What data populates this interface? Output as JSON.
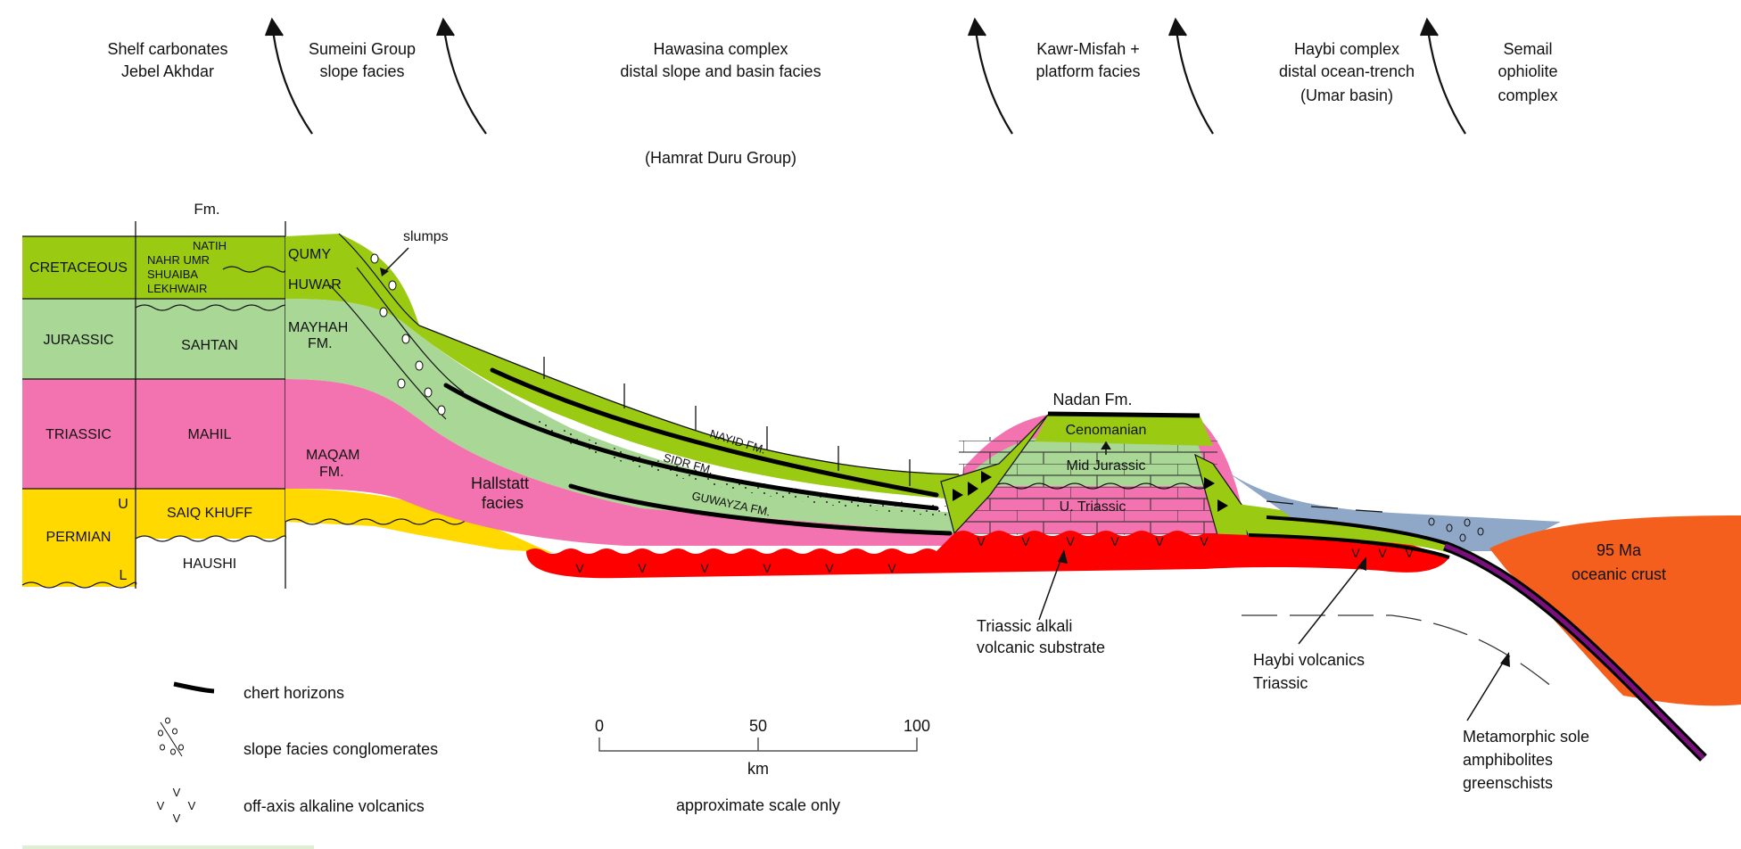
{
  "figure": {
    "header_facies": [
      {
        "line1": "Shelf carbonates",
        "line2": "Jebel Akhdar",
        "line3": ""
      },
      {
        "line1": "Sumeini Group",
        "line2": "slope facies",
        "line3": ""
      },
      {
        "line1": "Hawasina complex",
        "line2": "distal slope and basin facies",
        "line3": ""
      },
      {
        "line1": "Kawr-Misfah +",
        "line2": "platform facies",
        "line3": ""
      },
      {
        "line1": "Haybi complex",
        "line2": "distal ocean-trench",
        "line3": "(Umar basin)"
      },
      {
        "line1": "Semail",
        "line2": "ophiolite",
        "line3": "complex"
      }
    ],
    "hawasina_subgroup": "(Hamrat Duru Group)",
    "fm_column_header": "Fm.",
    "stratigraphic_column": {
      "periods": [
        {
          "name": "CRETACEOUS",
          "color": "#9ACA12"
        },
        {
          "name": "JURASSIC",
          "color": "#A9D795"
        },
        {
          "name": "TRIASSIC",
          "color": "#F373B0"
        },
        {
          "name": "PERMIAN",
          "color": "#FFD900",
          "upper": "U",
          "lower": "L"
        }
      ],
      "formations": {
        "cretaceous": [
          "NATIH",
          "NAHR UMR",
          "SHUAIBA",
          "LEKHWAIR"
        ],
        "jurassic": "SAHTAN",
        "triassic": "MAHIL",
        "permian_upper": "SAIQ KHUFF",
        "permian_lower": "HAUSHI"
      }
    },
    "section_labels": {
      "qumy": "QUMY",
      "huwar": "HUWAR",
      "mayhah_1": "MAYHAH",
      "mayhah_2": "FM.",
      "maqam_1": "MAQAM",
      "maqam_2": "FM.",
      "slumps": "slumps",
      "hallstatt_1": "Hallstatt",
      "hallstatt_2": "facies",
      "nayid": "NAYID FM.",
      "sidr": "SIDR FM.",
      "guwayza": "GUWAYZA FM.",
      "nadan": "Nadan Fm.",
      "cenomanian": "Cenomanian",
      "mid_jurassic": "Mid Jurassic",
      "u_triassic": "U. Triassic",
      "oceanic_1": "95 Ma",
      "oceanic_2": "oceanic crust"
    },
    "annotations": {
      "triassic_alkali_1": "Triassic alkali",
      "triassic_alkali_2": "volcanic substrate",
      "haybi_volc_1": "Haybi volcanics",
      "haybi_volc_2": "Triassic",
      "meta_1": "Metamorphic sole",
      "meta_2": "amphibolites",
      "meta_3": "greenschists"
    },
    "legend": [
      {
        "symbol": "chert-line",
        "label": "chert horizons"
      },
      {
        "symbol": "conglomerate",
        "label": "slope facies conglomerates"
      },
      {
        "symbol": "volcanic-v",
        "label": "off-axis alkaline volcanics"
      }
    ],
    "scale_bar": {
      "ticks": [
        "0",
        "50",
        "100"
      ],
      "unit": "km",
      "note": "approximate scale only"
    },
    "colors": {
      "cretaceous_green": "#9ACA12",
      "jurassic_green": "#A9D795",
      "triassic_pink": "#F373B0",
      "permian_yellow": "#FFD900",
      "volcanic_red": "#FF0000",
      "haybi_blue": "#8FA8C8",
      "oceanic_orange": "#F45F1E",
      "sole_purple": "#7A0F7E"
    }
  }
}
